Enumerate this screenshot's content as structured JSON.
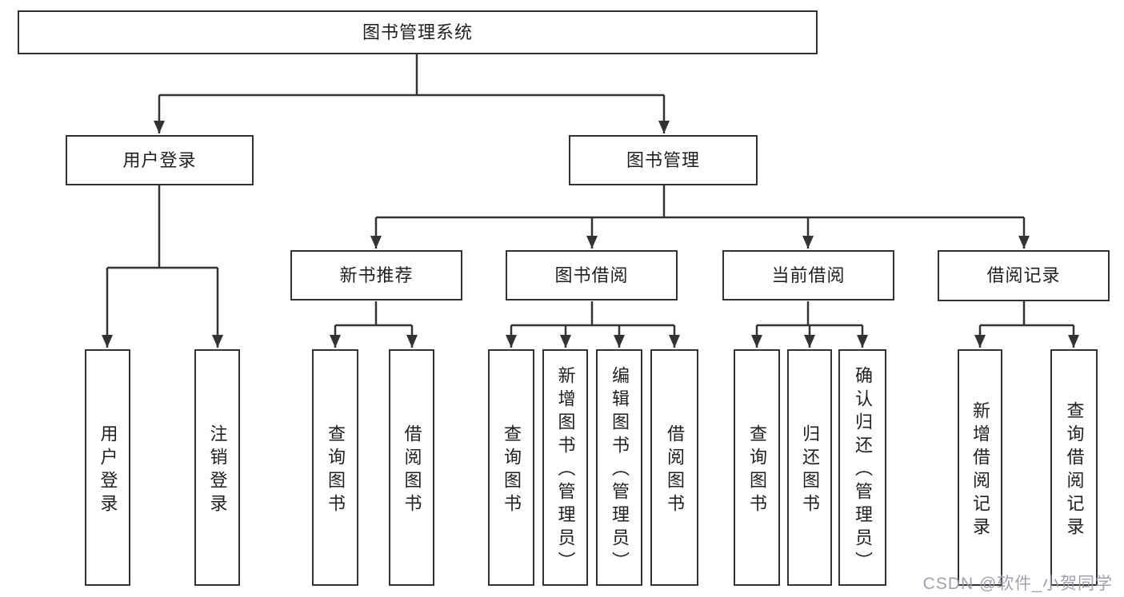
{
  "tree": {
    "label": "图书管理系统",
    "children": [
      {
        "label": "用户登录",
        "children": [
          {
            "label": "用户登录"
          },
          {
            "label": "注销登录"
          }
        ]
      },
      {
        "label": "图书管理",
        "children": [
          {
            "label": "新书推荐",
            "children": [
              {
                "label": "查询图书"
              },
              {
                "label": "借阅图书"
              }
            ]
          },
          {
            "label": "图书借阅",
            "children": [
              {
                "label": "查询图书"
              },
              {
                "label": "新增图书（管理员）"
              },
              {
                "label": "编辑图书（管理员）"
              },
              {
                "label": "借阅图书"
              }
            ]
          },
          {
            "label": "当前借阅",
            "children": [
              {
                "label": "查询图书"
              },
              {
                "label": "归还图书"
              },
              {
                "label": "确认归还（管理员）"
              }
            ]
          },
          {
            "label": "借阅记录",
            "children": [
              {
                "label": "新增借阅记录"
              },
              {
                "label": "查询借阅记录"
              }
            ]
          }
        ]
      }
    ]
  },
  "watermark": {
    "text": "CSDN @软件_小贺同学"
  },
  "colors": {
    "line": "#333333",
    "text": "#1f1f1f",
    "background": "#ffffff",
    "watermark": "#9898a3"
  }
}
